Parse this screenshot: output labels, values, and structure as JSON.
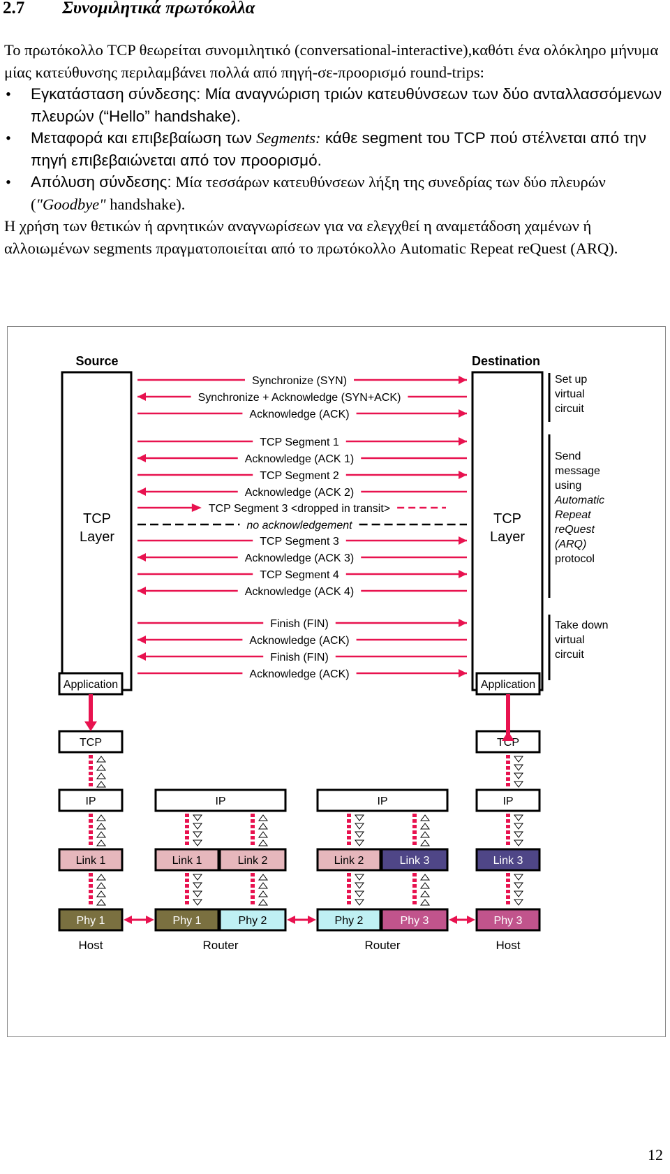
{
  "heading": {
    "number": "2.7",
    "title": "Συνομιλητικά πρωτόκολλα"
  },
  "intro": {
    "part1": "Το πρωτόκολλο TCP θεωρείται συνομιλητικό (conversational-interactive),καθότι ένα ολόκληρο μήνυμα μίας κατεύθυνσης περιλαμβάνει πολλά από πηγή-σε-προορισμό round-trips:"
  },
  "bullets": [
    {
      "symbol": "•",
      "term": "Εγκατάσταση σύνδεσης:",
      "text": " Μία αναγνώριση τριών κατευθύνσεων των δύο ανταλλασσόμενων πλευρών (“Hello” handshake)."
    },
    {
      "symbol": "•",
      "term_prefix": "Μεταφορά και επιβεβαίωση των ",
      "term_italic": "Segments:",
      "text": " κάθε segment του TCP πού στέλνεται από την πηγή επιβεβαιώνεται από τον προορισμό."
    },
    {
      "symbol": "•",
      "term": "Απόλυση σύνδεσης:",
      "text_a": " Μία τεσσάρων κατευθύνσεων λήξη της συνεδρίας των δύο πλευρών (",
      "text_italic": "\"Goodbye\"",
      "text_b": " handshake)."
    }
  ],
  "closing": "Η χρήση των θετικών ή αρνητικών αναγνωρίσεων για να ελεγχθεί η αναμετάδοση χαμένων ή αλλοιωμένων segments πραγματοποιείται από το πρωτόκολλο Automatic Repeat reQuest (ARQ).",
  "diagram": {
    "source_label": "Source",
    "destination_label": "Destination",
    "layer_label_line1": "TCP",
    "layer_label_line2": "Layer",
    "messages": [
      {
        "text": "Synchronize (SYN)",
        "dir": "right",
        "dashed": false,
        "italic": false
      },
      {
        "text": "Synchronize + Acknowledge (SYN+ACK)",
        "dir": "left",
        "dashed": false,
        "italic": false
      },
      {
        "text": "Acknowledge (ACK)",
        "dir": "right",
        "dashed": false,
        "italic": false
      },
      {
        "text": "TCP Segment 1",
        "dir": "right",
        "dashed": false,
        "italic": false
      },
      {
        "text": "Acknowledge (ACK 1)",
        "dir": "left",
        "dashed": false,
        "italic": false
      },
      {
        "text": "TCP Segment 2",
        "dir": "right",
        "dashed": false,
        "italic": false
      },
      {
        "text": "Acknowledge (ACK 2)",
        "dir": "left",
        "dashed": false,
        "italic": false
      },
      {
        "text": "TCP Segment 3 <dropped in transit>",
        "dir": "right",
        "dashed": false,
        "italic": false
      },
      {
        "text": "no acknowledgement",
        "dir": "none",
        "dashed": true,
        "italic": true
      },
      {
        "text": "TCP Segment 3",
        "dir": "right",
        "dashed": false,
        "italic": false
      },
      {
        "text": "Acknowledge (ACK 3)",
        "dir": "left",
        "dashed": false,
        "italic": false
      },
      {
        "text": "TCP Segment 4",
        "dir": "right",
        "dashed": false,
        "italic": false
      },
      {
        "text": "Acknowledge (ACK 4)",
        "dir": "left",
        "dashed": false,
        "italic": false
      },
      {
        "text": "Finish (FIN)",
        "dir": "right",
        "dashed": false,
        "italic": false
      },
      {
        "text": "Acknowledge (ACK)",
        "dir": "left",
        "dashed": false,
        "italic": false
      },
      {
        "text": "Finish (FIN)",
        "dir": "left",
        "dashed": false,
        "italic": false
      },
      {
        "text": "Acknowledge (ACK)",
        "dir": "right",
        "dashed": false,
        "italic": false
      }
    ],
    "side_notes": [
      [
        "Set up",
        "virtual",
        "circuit"
      ],
      [
        "Send",
        "message",
        "using",
        "Automatic",
        "Repeat",
        "reQuest",
        "(ARQ)",
        "protocol"
      ],
      [
        "Take down",
        "virtual",
        "circuit"
      ]
    ],
    "side_note_italic_lines": [
      "Automatic",
      "Repeat",
      "reQuest",
      "(ARQ)"
    ],
    "stack": {
      "application": "Application",
      "tcp": "TCP",
      "ip": "IP",
      "link1": "Link 1",
      "link2": "Link 2",
      "link3": "Link 3",
      "phy1": "Phy 1",
      "phy2": "Phy 2",
      "phy3": "Phy 3",
      "host": "Host",
      "router": "Router"
    },
    "colors": {
      "arrow": "#e8124f",
      "link12": "#e6b7bc",
      "link3": "#4f4687",
      "phy1": "#7a7040",
      "phy2": "#bff0f3",
      "phy3": "#c1548c"
    }
  },
  "page_number": "12"
}
